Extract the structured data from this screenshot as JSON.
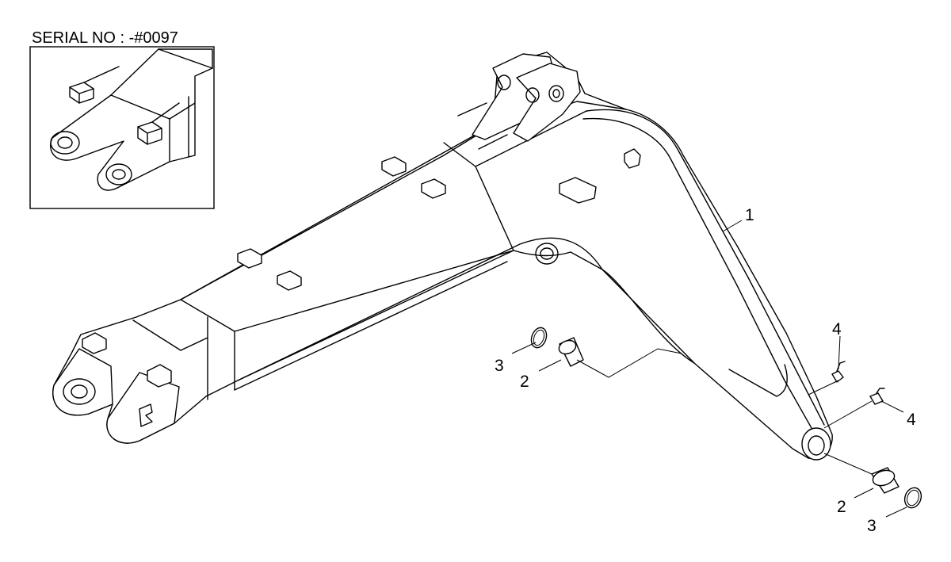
{
  "inset": {
    "serial_label": "SERIAL NO : -#0097"
  },
  "callouts": [
    {
      "id": "boom",
      "number": "1"
    },
    {
      "id": "bushing-upper",
      "number": "2"
    },
    {
      "id": "seal-upper",
      "number": "3"
    },
    {
      "id": "grease-fitting-upper",
      "number": "4"
    },
    {
      "id": "grease-fitting-lower",
      "number": "4"
    },
    {
      "id": "bushing-lower",
      "number": "2"
    },
    {
      "id": "seal-lower",
      "number": "3"
    }
  ]
}
